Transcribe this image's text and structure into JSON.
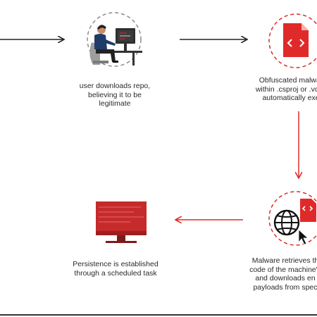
{
  "steps": [
    {
      "icon": "person-at-computer",
      "lines": [
        "user downloads repo,",
        "believing it to be",
        "legitimate"
      ]
    },
    {
      "icon": "code-file",
      "lines": [
        "Obfuscated malwar",
        "within .csproj or .vcxp",
        "automatically exe"
      ]
    },
    {
      "icon": "globe-cursor-code-file",
      "lines": [
        "Malware retrieves th",
        "code of the machine's",
        "and downloads en",
        "payloads from spec"
      ]
    },
    {
      "icon": "red-monitor",
      "lines": [
        "Persistence is established",
        "through a scheduled task"
      ]
    }
  ],
  "colors": {
    "accent": "#e02a2a",
    "dark": "#2b2b2b",
    "dashed": "#8a8a8a"
  }
}
